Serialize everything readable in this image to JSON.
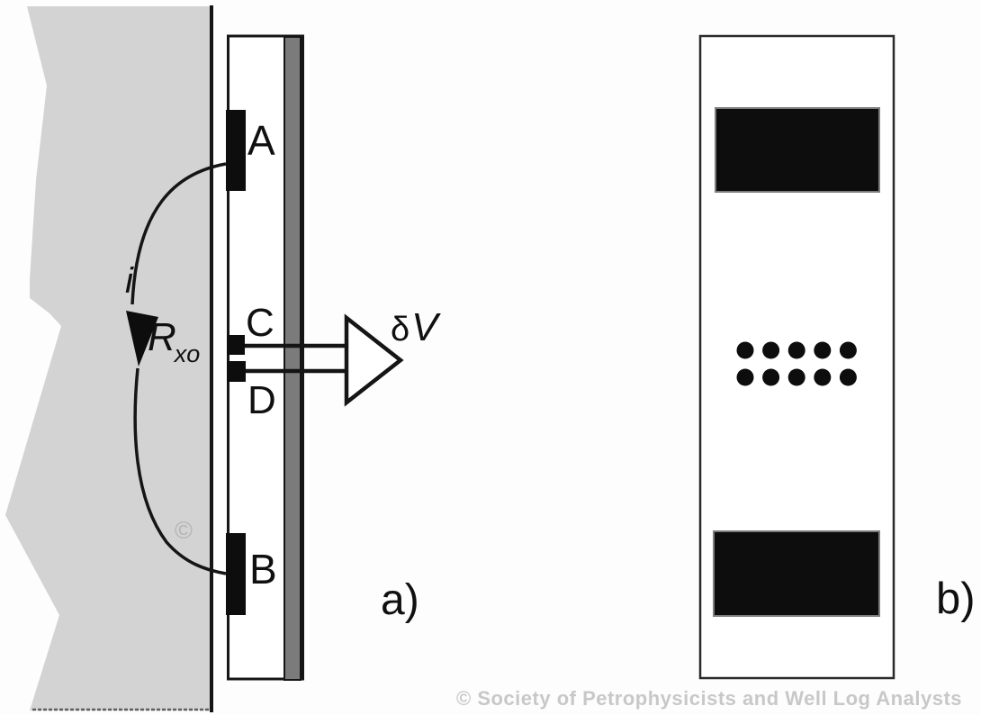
{
  "figure": {
    "panel_a": {
      "label": "a)",
      "electrode_a_label": "A",
      "electrode_b_label": "B",
      "electrode_c_label": "C",
      "electrode_d_label": "D",
      "current_label": "i",
      "resistivity_symbol": "R",
      "resistivity_subscript": "xo",
      "voltage_delta": "δ",
      "voltage_symbol": "V"
    },
    "panel_b": {
      "label": "b)",
      "button_rows": 2,
      "buttons_per_row": 5
    },
    "watermark_text": "© Society of Petrophysicists and Well Log Analysts",
    "copyright_mark": "©",
    "colors": {
      "formation_gray": "#d3d3d3",
      "pad_backing_gray": "#7b7b7b",
      "electrode_black": "#0d0d0d",
      "line_black": "#151515",
      "watermark_gray": "#c8c8c8"
    }
  }
}
